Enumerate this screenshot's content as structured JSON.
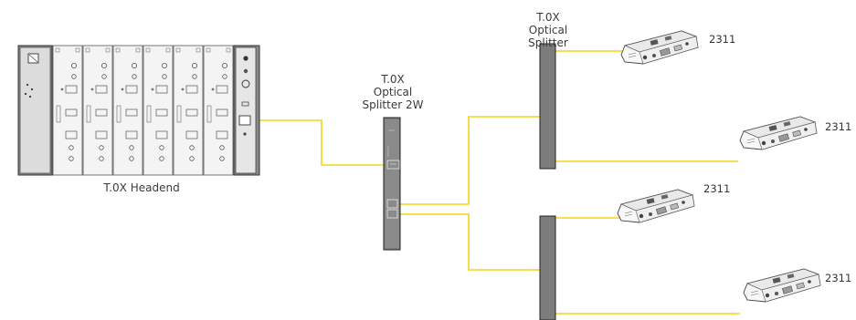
{
  "headend": {
    "label": "T.0X Headend"
  },
  "splitter_2w": {
    "line1": "T.0X",
    "line2": "Optical",
    "line3": "Splitter 2W"
  },
  "splitter_top": {
    "line1": "T.0X",
    "line2": "Optical",
    "line3": "Splitter"
  },
  "receivers": [
    {
      "model": "2311"
    },
    {
      "model": "2311"
    },
    {
      "model": "2311"
    },
    {
      "model": "2311"
    }
  ],
  "colors": {
    "fiber": "#f2d516",
    "splitter_body": "#7c7c7c",
    "chassis_dark": "#8a8a8a",
    "chassis_light": "#f4f4f4",
    "outline": "#222222"
  }
}
